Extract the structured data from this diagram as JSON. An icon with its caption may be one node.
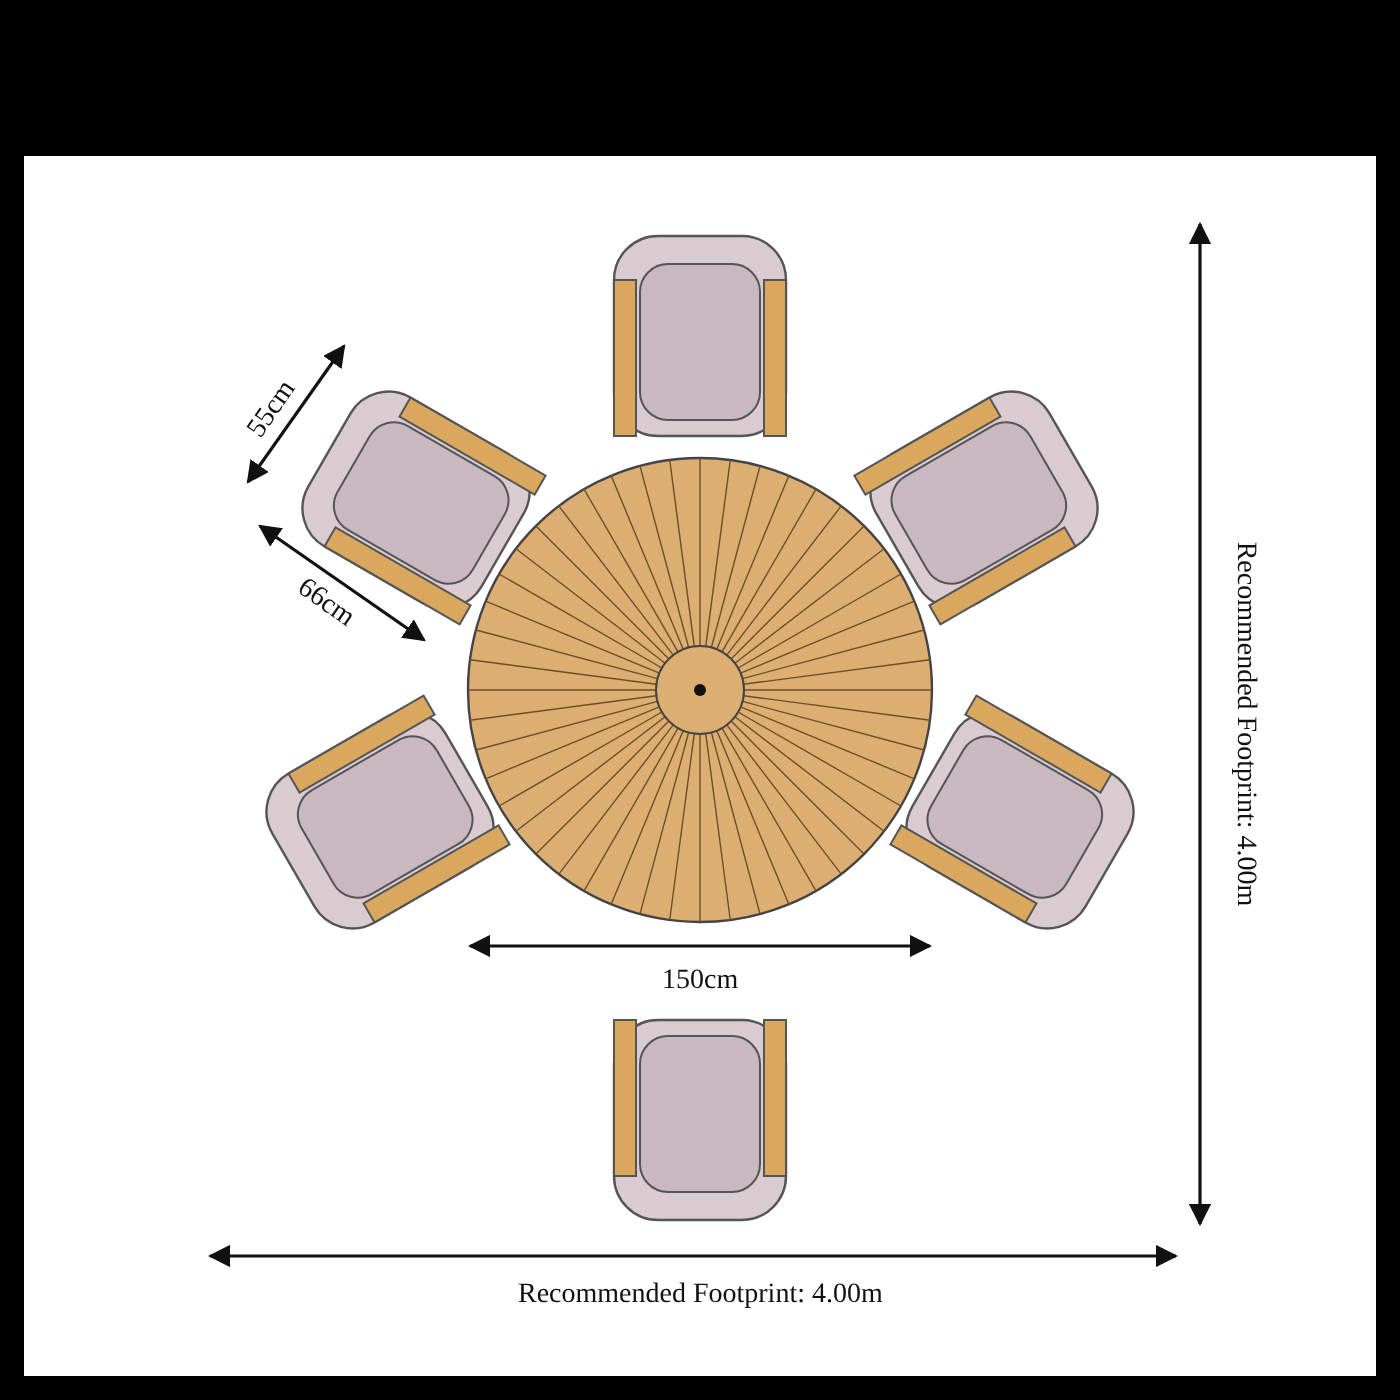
{
  "diagram": {
    "labels": [
      "55cm",
      "66cm",
      "150cm",
      "Recommended Footprint: 4.00m",
      "Recommended Footprint: 4.00m"
    ]
  }
}
